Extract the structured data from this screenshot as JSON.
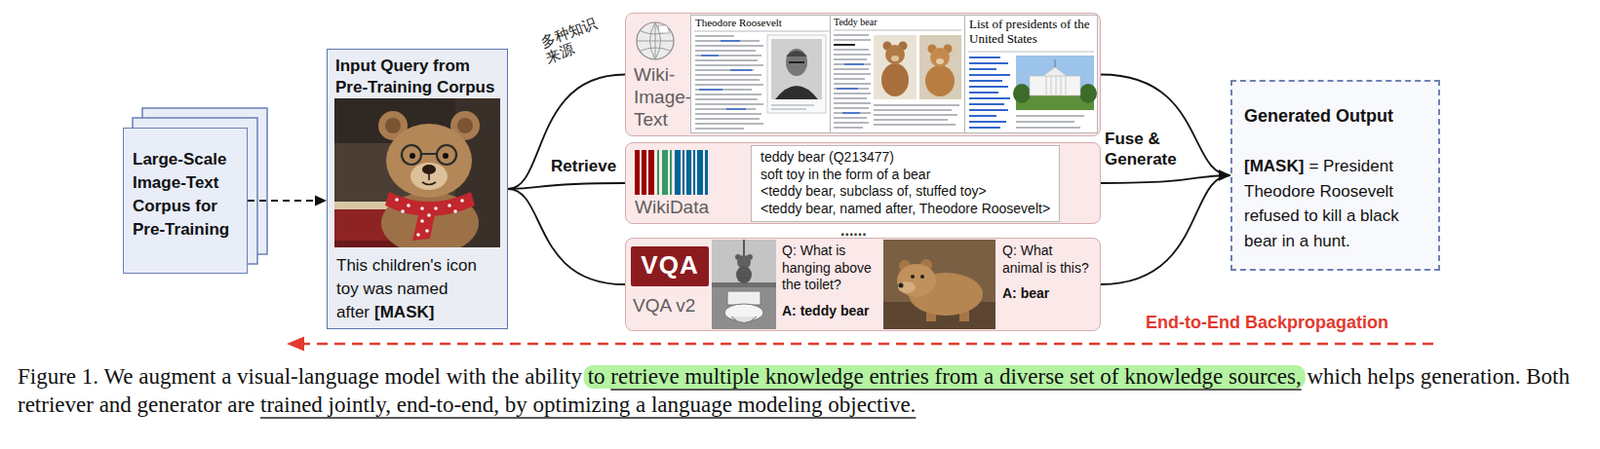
{
  "diagram": {
    "caption": "Figure 1. We augment a visual-language model with the ability to retrieve multiple knowledge entries from a diverse set of knowledge sources, which helps generation. Both retriever and generator are trained jointly, end-to-end, by optimizing a language modeling objective.",
    "nodes": [
      {
        "text": [
          "Large-Scale Image-Text Corpus for Pre-Training"
        ]
      },
      {
        "text": [
          "Input Query from Pre-Training Corpus",
          "This children's icon toy was named after",
          "[MASK]"
        ]
      },
      {
        "text": [
          "Wiki-Image-Text"
        ]
      },
      {
        "text": [
          "Theodore Roosevelt"
        ],
        "in": 2
      },
      {
        "text": [
          "Teddy bear"
        ],
        "in": 2
      },
      {
        "text": [
          "List of presidents of the United States"
        ],
        "in": 2
      },
      {
        "text": [
          "WikiData"
        ]
      },
      {
        "text": [
          "teddy bear (Q213477)",
          "soft toy in the form of a bear",
          "<teddy bear, subclass of, stuffed toy>",
          "<teddy bear, named after, Theodore Roosevelt>"
        ],
        "in": 6
      },
      {
        "text": [
          "VQA v2",
          "Q: What is hanging above the toilet?",
          "A: teddy bear",
          "Q: What animal is this?",
          "A: bear"
        ]
      },
      {
        "text": [
          "VQA"
        ],
        "in": 8
      },
      {
        "text": [
          "Generated Output",
          "[MASK]",
          "= President Theodore Roosevelt refused to kill a black bear in a hunt."
        ]
      }
    ],
    "edges": [
      {
        "from": 0,
        "to": 1,
        "arrow": "to"
      },
      {
        "from": 1,
        "to": 2,
        "arrow": "none"
      },
      {
        "from": 1,
        "to": 6,
        "label": "Retrieve",
        "arrow": "none"
      },
      {
        "from": 1,
        "to": 8,
        "arrow": "none"
      },
      {
        "from": 2,
        "to": 10,
        "arrow": "to"
      },
      {
        "from": 6,
        "to": 10,
        "label": "Fuse & Generate",
        "arrow": "to"
      },
      {
        "from": 8,
        "to": 10,
        "arrow": "to"
      }
    ],
    "labels": [
      "多种知识来源",
      "......",
      "End-to-End Backpropagation"
    ]
  }
}
